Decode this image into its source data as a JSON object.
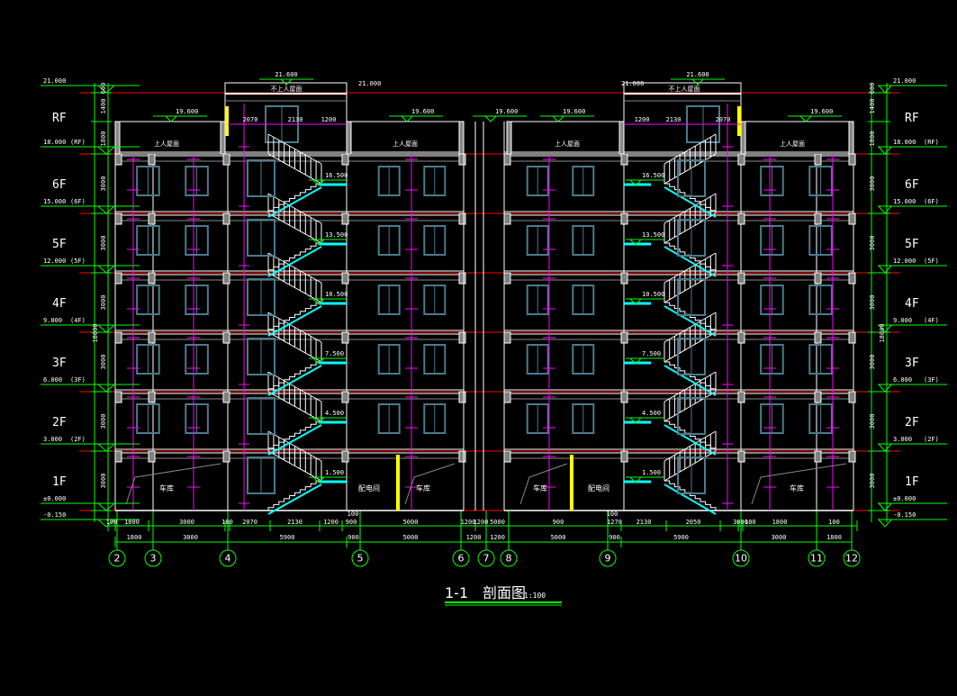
{
  "colors": {
    "background": "#000000",
    "structure": "#ffffff",
    "dimension": "#00ff00",
    "grid_red": "#ff0000",
    "annotation": "#ff00ff",
    "window": "#4a7a8c",
    "stair_landing": "#00ffff",
    "door": "#ffff00",
    "slab_fill": "#808080"
  },
  "levels": [
    {
      "label": "1F",
      "elev": "±0.000",
      "tag": ""
    },
    {
      "label": "2F",
      "elev": "3.000",
      "tag": "(2F)"
    },
    {
      "label": "3F",
      "elev": "6.000",
      "tag": "(3F)"
    },
    {
      "label": "4F",
      "elev": "9.000",
      "tag": "(4F)"
    },
    {
      "label": "5F",
      "elev": "12.000",
      "tag": "(5F)"
    },
    {
      "label": "6F",
      "elev": "15.000",
      "tag": "(6F)"
    },
    {
      "label": "RF",
      "elev": "18.000",
      "tag": "(RF)"
    }
  ],
  "top_elev": "21.000",
  "ground_elev": "-0.150",
  "storey_height": "3000",
  "parapet_dims": [
    "600",
    "1400",
    "1800"
  ],
  "total_height": "18000",
  "stair_roof_elev": "21.600",
  "stair_roof_label": "不上人屋面",
  "main_roof_elev": "19.600",
  "main_roof_label": "上人屋面",
  "stair_landings": [
    "1.500",
    "4.500",
    "7.500",
    "10.500",
    "13.500",
    "16.500"
  ],
  "stair_dims": [
    "2070",
    "2130",
    "1200"
  ],
  "room_labels": {
    "left": "车库",
    "center_left": "配电间",
    "center": "车库",
    "center_right": "车库",
    "right_room": "配电间",
    "right": "车库"
  },
  "dims_row1": [
    "100",
    "1800",
    "3000",
    "180",
    "2070",
    "2130",
    "1200",
    "900",
    "5000",
    "1200",
    "1200",
    "5000",
    "900",
    "1270",
    "2130",
    "2050",
    "180",
    "3000",
    "1800",
    "100"
  ],
  "dims_row2": [
    "1800",
    "3000",
    "5900",
    "900",
    "5000",
    "1200",
    "1200",
    "5000",
    "900",
    "5900",
    "3000",
    "1800"
  ],
  "mid_dim": "100",
  "axes": [
    "2",
    "3",
    "4",
    "5",
    "6",
    "7",
    "8",
    "9",
    "10",
    "11",
    "12"
  ],
  "title": {
    "name": "1-1",
    "caption": "剖面图",
    "scale": "1:100"
  }
}
